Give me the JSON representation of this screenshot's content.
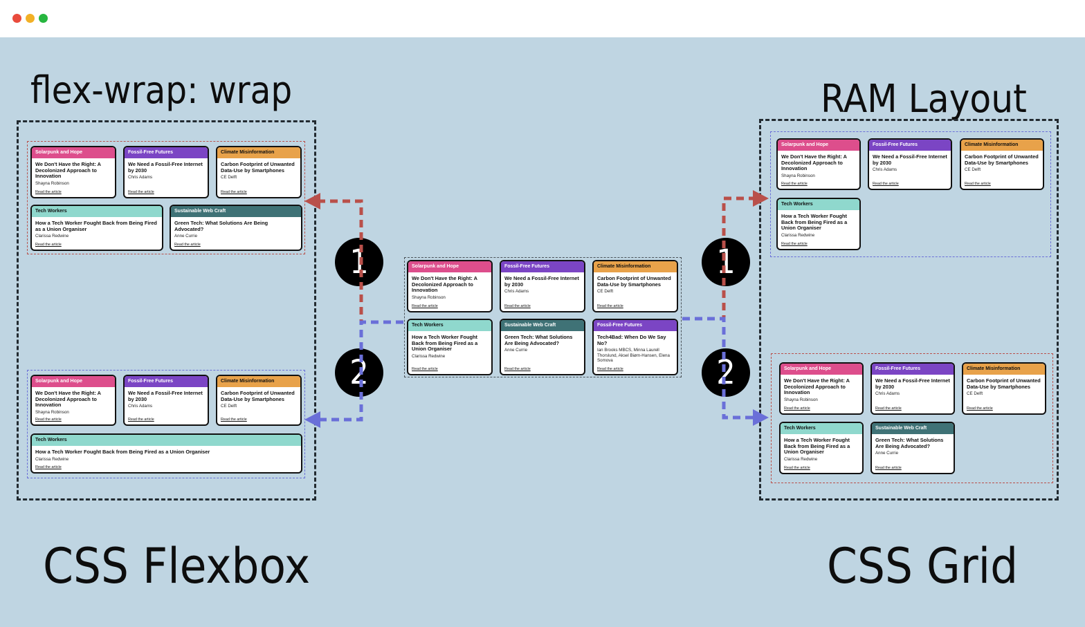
{
  "window": {
    "controls": [
      {
        "name": "close",
        "color": "#e94b3c"
      },
      {
        "name": "minimize",
        "color": "#f2b026"
      },
      {
        "name": "maximize",
        "color": "#27b63f"
      }
    ]
  },
  "colors": {
    "background": "#bfd5e2",
    "frame": "#222a30",
    "group_red": "#b9504a",
    "group_blue": "#6a6fd8",
    "arrow_red": "#b9504a",
    "arrow_blue": "#6a6fd8",
    "tag_solarpunk": "#dd4e8c",
    "tag_fossil": "#7b45c4",
    "tag_climate": "#e8a24a",
    "tag_tech": "#8fd8cd",
    "tag_sustainable": "#3f7276"
  },
  "labels": {
    "flex_wrap": "flex-wrap: wrap",
    "ram_layout": "RAM Layout",
    "css_flexbox": "CSS Flexbox",
    "css_grid": "CSS Grid",
    "badge_1": "1",
    "badge_2": "2"
  },
  "cards": {
    "solarpunk": {
      "tag": "Solarpunk and Hope",
      "title": "We Don't Have the Right: A Decolonized Approach to Innovation",
      "author": "Shayna Robinson",
      "link": "Read the article"
    },
    "fossil": {
      "tag": "Fossil-Free Futures",
      "title": "We Need a Fossil-Free Internet by 2030",
      "author": "Chris Adams",
      "link": "Read the article"
    },
    "climate": {
      "tag": "Climate Misinformation",
      "title": "Carbon Footprint of Unwanted Data-Use by Smartphones",
      "author": "CE Delft",
      "link": "Read the article"
    },
    "tech": {
      "tag": "Tech Workers",
      "title": "How a Tech Worker Fought Back from Being Fired as a Union Organiser",
      "author": "Clarissa Redwine",
      "link": "Read the article"
    },
    "sustainable": {
      "tag": "Sustainable Web Craft",
      "title": "Green Tech: What Solutions Are Being Advocated?",
      "author": "Anne Currie",
      "link": "Read the article"
    },
    "tech4bad": {
      "tag": "Fossil-Free Futures",
      "title": "Tech4Bad: When Do We Say No?",
      "author": "Ian Brooks MBCS, Minna Laurell Thorslund, Aksel Biørn-Hansen, Elena Somova",
      "link": "Read the article"
    }
  }
}
